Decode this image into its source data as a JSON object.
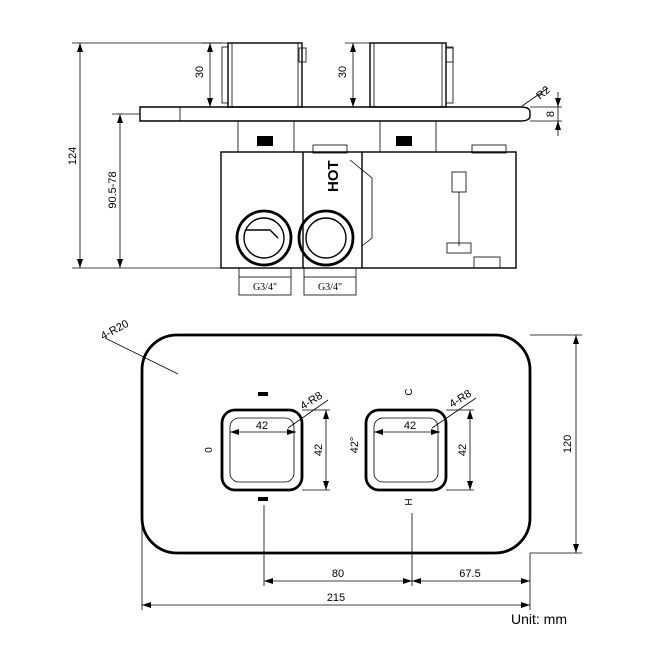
{
  "side_view": {
    "overall_height": "124",
    "install_depth": "90.5-78",
    "knob_depth_left": "30",
    "knob_depth_right": "30",
    "corner_radius": "R2",
    "plate_thickness": "8",
    "hot_label": "HOT",
    "inlet_left": "G3/4\"",
    "inlet_right": "G3/4\""
  },
  "front_view": {
    "plate_corners": "4-R20",
    "knob_left_corners": "4-R8",
    "knob_right_corners": "4-R8",
    "knob_left_width": "42",
    "knob_left_height": "42",
    "knob_right_width": "42",
    "knob_right_height": "42",
    "angle": "42°",
    "left_mark_off": "0",
    "right_mark_cold": "C",
    "right_mark_hot": "H",
    "plate_height": "120",
    "spacing_between_knobs": "80",
    "right_offset": "67.5",
    "plate_width": "215"
  },
  "unit_label": "Unit: mm"
}
